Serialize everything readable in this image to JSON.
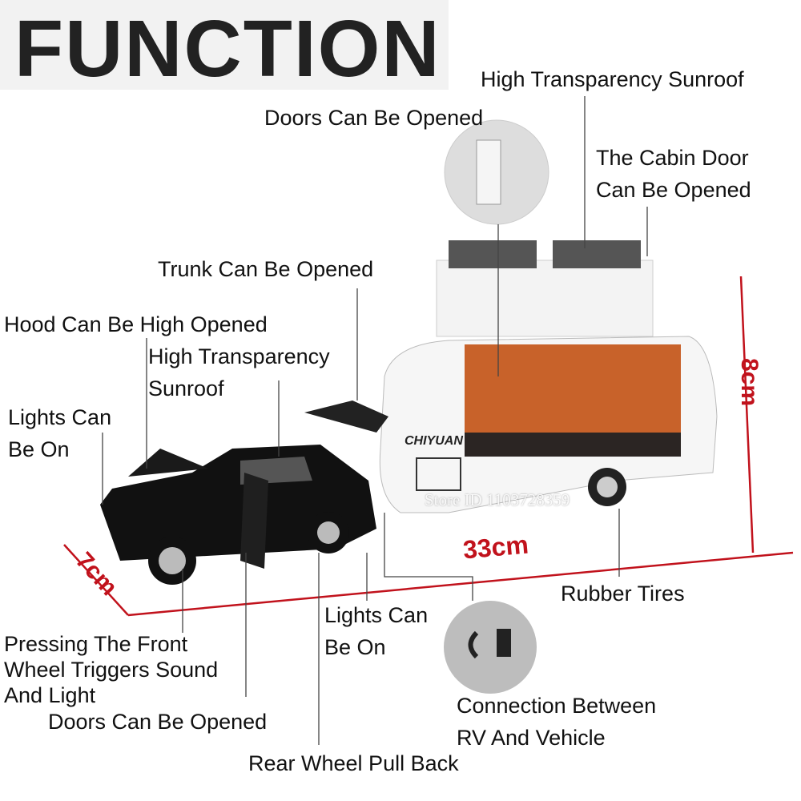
{
  "title": "FUNCTION",
  "labels": {
    "rv_sunroof": "High Transparency Sunroof",
    "rv_doors": "Doors Can Be Opened",
    "cabin_door_1": "The Cabin Door",
    "cabin_door_2": "Can Be Opened",
    "trunk": "Trunk Can Be Opened",
    "hood": "Hood Can Be High Opened",
    "car_sunroof_1": "High Transparency",
    "car_sunroof_2": "Sunroof",
    "front_lights_1": "Lights Can",
    "front_lights_2": "Be On",
    "rear_lights_1": "Lights Can",
    "rear_lights_2": "Be On",
    "tires": "Rubber Tires",
    "front_wheel_1": "Pressing The Front",
    "front_wheel_2": "Wheel Triggers Sound",
    "front_wheel_3": "And Light",
    "car_doors": "Doors Can Be Opened",
    "connection_1": "Connection Between",
    "connection_2": "RV And Vehicle",
    "rear_wheel": "Rear Wheel Pull Back"
  },
  "dimensions": {
    "width": "7cm",
    "length": "33cm",
    "height": "8cm"
  },
  "brand": "CHIYUAN",
  "watermark": "Store ID 1103728359",
  "colors": {
    "dimension": "#c1121c",
    "interior": "#c8622a",
    "car": "#111111",
    "trailer": "#f4f4f4"
  }
}
